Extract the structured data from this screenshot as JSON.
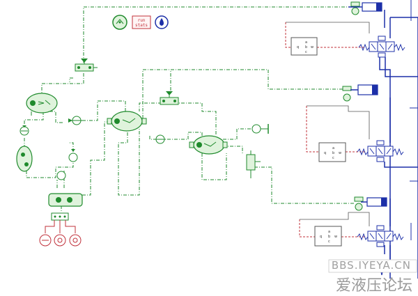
{
  "run_stats": {
    "line1": "run",
    "line2": "stats"
  },
  "watermark": {
    "site": "BBS.IYEYA.CN",
    "forum": "爱液压论坛"
  },
  "valve_labels": {
    "a": "a",
    "b": "b",
    "c": "c",
    "q": "q",
    "w": "w"
  },
  "colors": {
    "green": "#1f8a2c",
    "blue": "#1c2fa8",
    "red": "#c0303a",
    "grey": "#555555",
    "lightgreen": "#dff3dc"
  }
}
